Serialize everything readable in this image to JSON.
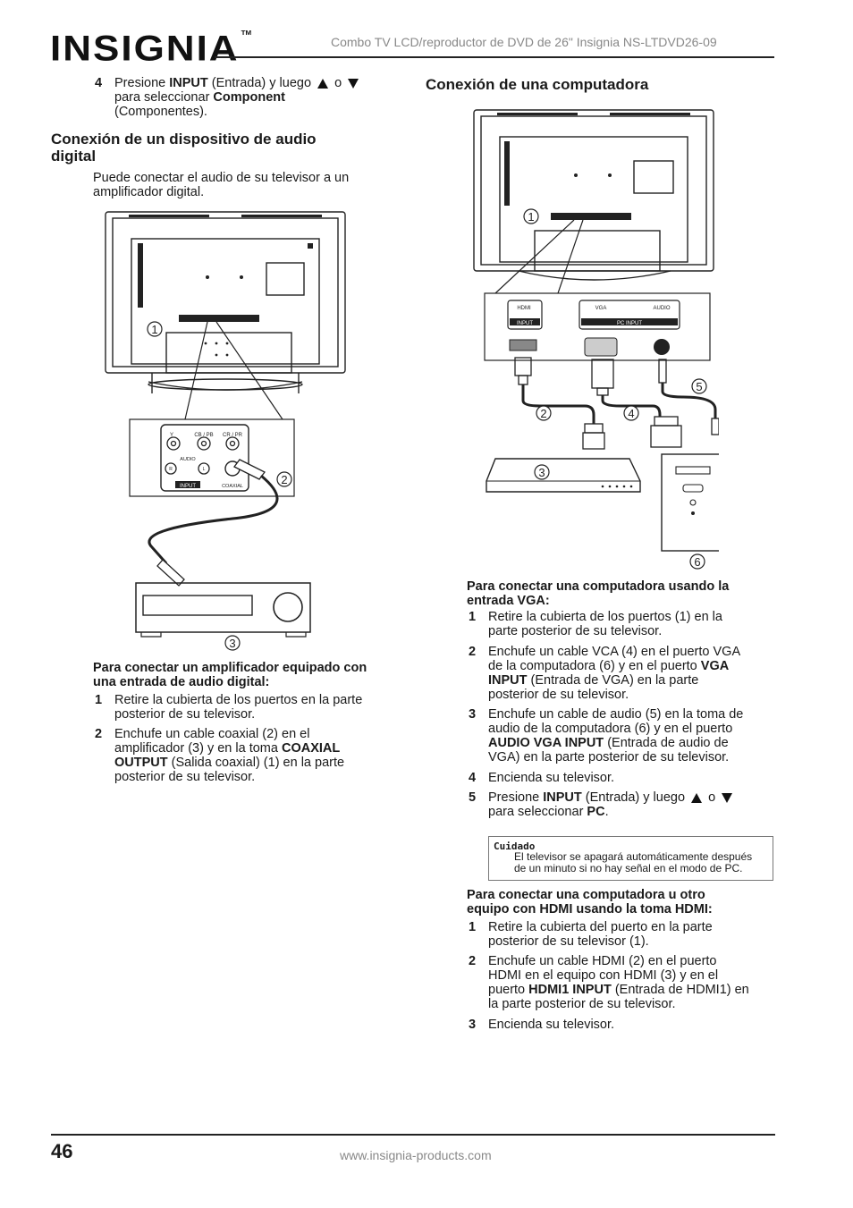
{
  "header": {
    "logo": "INSIGNIA",
    "logo_tm": "TM",
    "title": "Combo TV LCD/reproductor de DVD de 26\" Insignia NS-LTDVD26-09"
  },
  "left": {
    "step4": {
      "num": "4",
      "text_a": "Presione ",
      "bold_a": "INPUT",
      "text_b": " (Entrada) y luego ",
      "or": " o ",
      "text_c": "para seleccionar ",
      "bold_b": "Component",
      "text_d": "(Componentes)."
    },
    "section_title_1": "Conexión de un dispositivo de audio",
    "section_title_2": "digital",
    "intro_1": "Puede conectar el audio de su televisor a un",
    "intro_2": "amplificador digital.",
    "diagram": {
      "label_y": "Y",
      "label_cb": "CB / PB",
      "label_cr": "CR / PR",
      "label_audio": "AUDIO",
      "label_r": "R",
      "label_l": "L",
      "label_input": "INPUT",
      "label_coaxial": "COAXIAL",
      "callout_1": "1",
      "callout_2": "2",
      "callout_3": "3"
    },
    "procedure_title_1": "Para conectar un amplificador equipado con",
    "procedure_title_2": "una entrada de audio digital:",
    "steps": [
      {
        "num": "1",
        "l1": "Retire la cubierta de los puertos en la parte",
        "l2": "posterior de su televisor."
      },
      {
        "num": "2",
        "l1": "Enchufe un cable coaxial (2) en el",
        "l2a": "amplificador (3) y en la toma ",
        "l2b": "COAXIAL",
        "l3a": "OUTPUT",
        "l3b": " (Salida coaxial) (1) en la parte",
        "l4": "posterior de su televisor."
      }
    ]
  },
  "right": {
    "section_title": "Conexión de una computadora",
    "diagram": {
      "label_hdmi": "HDMI",
      "label_input": "INPUT",
      "label_vga": "VGA",
      "label_audio": "AUDIO",
      "label_pcinput": "PC INPUT",
      "callout_1": "1",
      "callout_2": "2",
      "callout_3": "3",
      "callout_4": "4",
      "callout_5": "5",
      "callout_6": "6"
    },
    "vga_title_1": "Para conectar una computadora usando la",
    "vga_title_2": "entrada VGA:",
    "vga_steps": [
      {
        "num": "1",
        "l1": "Retire la cubierta de los puertos (1) en la",
        "l2": "parte posterior de su televisor."
      },
      {
        "num": "2",
        "l1": "Enchufe un cable VCA (4) en el puerto VGA",
        "l2a": "de la computadora (6) y en el puerto ",
        "l2b": "VGA",
        "l3a": "INPUT",
        "l3b": " (Entrada de VGA) en la parte",
        "l4": "posterior de su televisor."
      },
      {
        "num": "3",
        "l1": "Enchufe un cable de audio (5) en la toma de",
        "l2": "audio de la computadora (6) y en el puerto",
        "l3a": "AUDIO VGA INPUT",
        "l3b": " (Entrada de audio de",
        "l4": "VGA) en la parte posterior de su televisor."
      },
      {
        "num": "4",
        "l1": "Encienda su televisor."
      },
      {
        "num": "5",
        "text_a": "Presione ",
        "bold_a": "INPUT",
        "text_b": " (Entrada) y luego ",
        "or": " o ",
        "text_c": "para seleccionar ",
        "bold_b": "PC",
        "text_d": "."
      }
    ],
    "caution": {
      "label": "Cuidado",
      "l1": "El televisor se apagará automáticamente después",
      "l2": "de un minuto si no hay señal en el modo de PC."
    },
    "hdmi_title_1": "Para conectar una computadora u otro",
    "hdmi_title_2": "equipo con HDMI usando la toma HDMI:",
    "hdmi_steps": [
      {
        "num": "1",
        "l1": "Retire la cubierta del puerto en la parte",
        "l2": "posterior de su televisor (1)."
      },
      {
        "num": "2",
        "l1": "Enchufe un cable HDMI (2) en el puerto",
        "l2": "HDMI en el equipo con HDMI (3) y en el",
        "l3a": "puerto ",
        "l3b": "HDMI1 INPUT",
        "l3c": " (Entrada de HDMI1) en",
        "l4": "la parte posterior de su televisor."
      },
      {
        "num": "3",
        "l1": "Encienda su televisor."
      }
    ]
  },
  "footer": {
    "page_number": "46",
    "url": "www.insignia-products.com"
  }
}
